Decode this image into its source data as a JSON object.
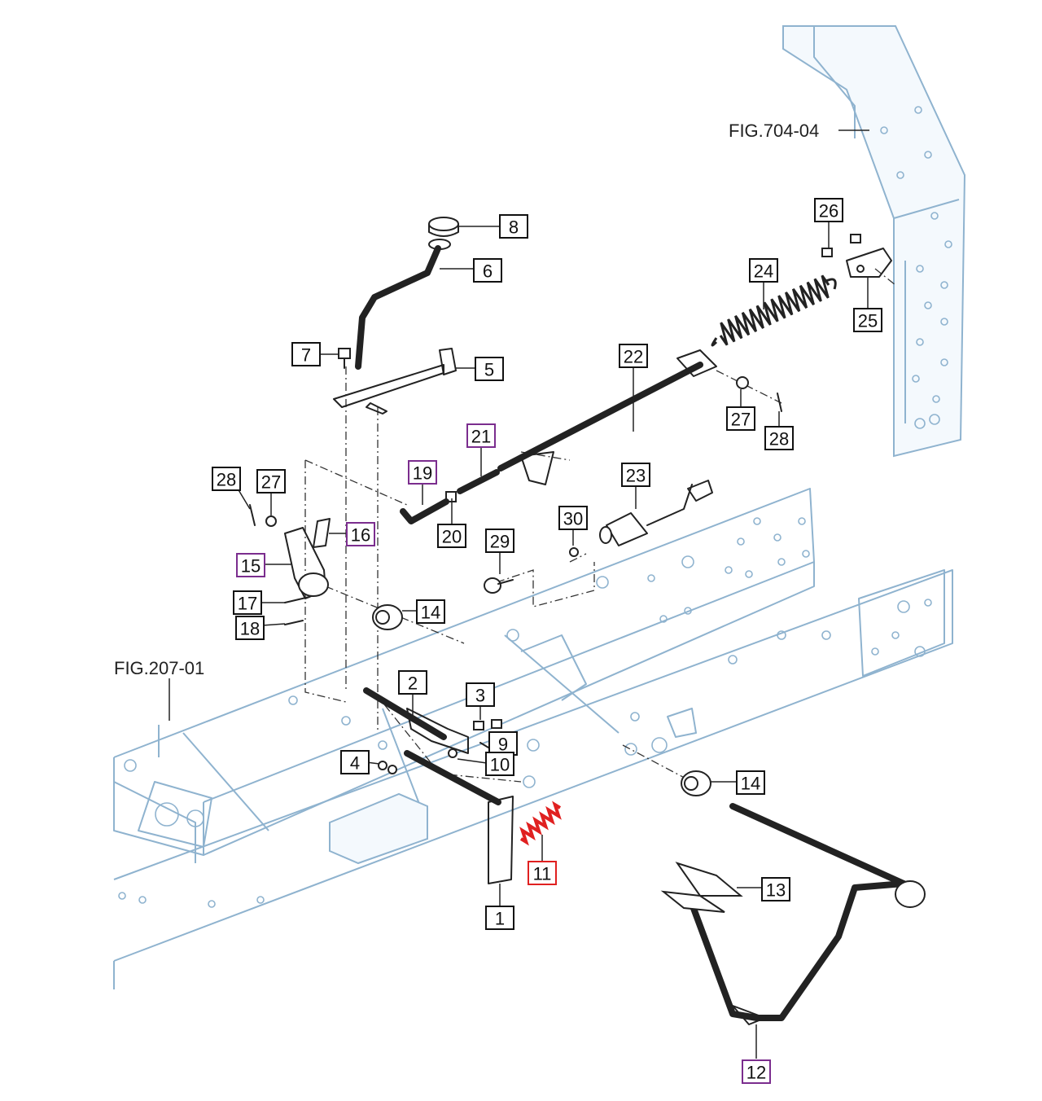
{
  "references": {
    "fig_704": "FIG.704-04",
    "fig_207": "FIG.207-01"
  },
  "callouts": [
    {
      "id": "c1",
      "label": "1",
      "style": "normal"
    },
    {
      "id": "c2",
      "label": "2",
      "style": "normal"
    },
    {
      "id": "c3",
      "label": "3",
      "style": "normal"
    },
    {
      "id": "c4",
      "label": "4",
      "style": "normal"
    },
    {
      "id": "c5",
      "label": "5",
      "style": "normal"
    },
    {
      "id": "c6",
      "label": "6",
      "style": "normal"
    },
    {
      "id": "c7",
      "label": "7",
      "style": "normal"
    },
    {
      "id": "c8",
      "label": "8",
      "style": "normal"
    },
    {
      "id": "c9",
      "label": "9",
      "style": "normal"
    },
    {
      "id": "c10",
      "label": "10",
      "style": "normal"
    },
    {
      "id": "c11",
      "label": "11",
      "style": "red"
    },
    {
      "id": "c12",
      "label": "12",
      "style": "purple"
    },
    {
      "id": "c13",
      "label": "13",
      "style": "normal"
    },
    {
      "id": "c14a",
      "label": "14",
      "style": "normal"
    },
    {
      "id": "c14b",
      "label": "14",
      "style": "normal"
    },
    {
      "id": "c15",
      "label": "15",
      "style": "purple"
    },
    {
      "id": "c16",
      "label": "16",
      "style": "purple"
    },
    {
      "id": "c17",
      "label": "17",
      "style": "normal"
    },
    {
      "id": "c18",
      "label": "18",
      "style": "normal"
    },
    {
      "id": "c19",
      "label": "19",
      "style": "purple"
    },
    {
      "id": "c20",
      "label": "20",
      "style": "normal"
    },
    {
      "id": "c21",
      "label": "21",
      "style": "purple"
    },
    {
      "id": "c22",
      "label": "22",
      "style": "normal"
    },
    {
      "id": "c23",
      "label": "23",
      "style": "normal"
    },
    {
      "id": "c24",
      "label": "24",
      "style": "normal"
    },
    {
      "id": "c25",
      "label": "25",
      "style": "normal"
    },
    {
      "id": "c26",
      "label": "26",
      "style": "normal"
    },
    {
      "id": "c27a",
      "label": "27",
      "style": "normal"
    },
    {
      "id": "c27b",
      "label": "27",
      "style": "normal"
    },
    {
      "id": "c28a",
      "label": "28",
      "style": "normal"
    },
    {
      "id": "c28b",
      "label": "28",
      "style": "normal"
    },
    {
      "id": "c29",
      "label": "29",
      "style": "normal"
    },
    {
      "id": "c30",
      "label": "30",
      "style": "normal"
    }
  ],
  "colors": {
    "frame": "#8fb3cf",
    "part": "#222222",
    "highlight_red": "#e02020",
    "highlight_purple": "#7b2d8e"
  }
}
